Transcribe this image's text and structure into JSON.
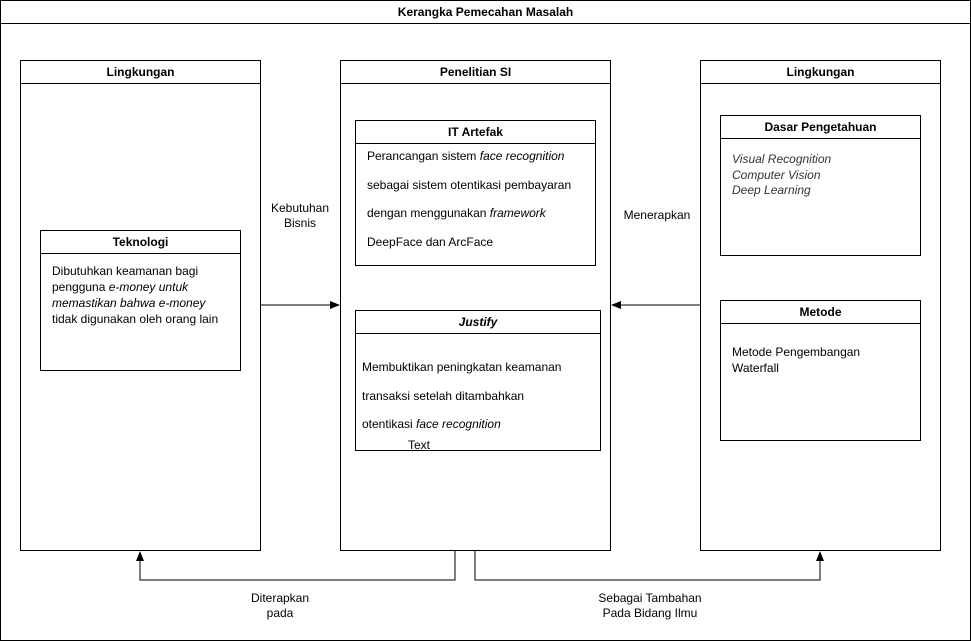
{
  "frame": {
    "title": "Kerangka Pemecahan Masalah"
  },
  "left_env": {
    "title": "Lingkungan",
    "teknologi": {
      "title": "Teknologi",
      "line1": "Dibutuhkan keamanan bagi",
      "line2_a": "pengguna ",
      "line2_b": "e-money untuk",
      "line3": "memastikan bahwa e-money",
      "line4": "tidak digunakan oleh orang lain"
    }
  },
  "center": {
    "title": "Penelitian SI",
    "artefak": {
      "title": "IT Artefak",
      "l1_a": "Perancangan sistem ",
      "l1_b": "face recognition",
      "l2": "sebagai sistem otentikasi pembayaran",
      "l3_a": "dengan menggunakan ",
      "l3_b": "framework",
      "l4": "DeepFace dan ArcFace"
    },
    "justify": {
      "title": "Justify",
      "l1": "Membuktikan peningkatan keamanan",
      "l2": "transaksi setelah ditambahkan",
      "l3_a": "otentikasi ",
      "l3_b": "face recognition",
      "stray": "Text"
    }
  },
  "right_env": {
    "title": "Lingkungan",
    "dasar": {
      "title": "Dasar Pengetahuan",
      "l1": "Visual Recognition",
      "l2": "Computer Vision",
      "l3": "Deep Learning"
    },
    "metode": {
      "title": "Metode",
      "l1": "Metode Pengembangan",
      "l2": "Waterfall"
    }
  },
  "edges": {
    "kebutuhan_1": "Kebutuhan",
    "kebutuhan_2": "Bisnis",
    "menerapkan": "Menerapkan",
    "diterapkan_1": "Diterapkan",
    "diterapkan_2": "pada",
    "tambahan_1": "Sebagai Tambahan",
    "tambahan_2": "Pada Bidang Ilmu"
  }
}
